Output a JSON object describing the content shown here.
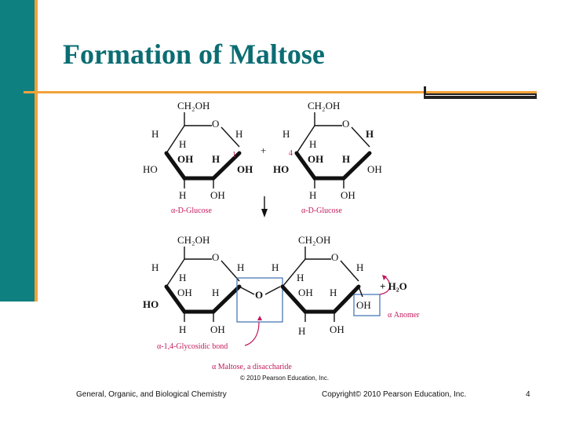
{
  "slide": {
    "title": "Formation of Maltose"
  },
  "figure": {
    "ch2oh": "CH₂OH",
    "ring_o": "O",
    "h": "H",
    "oh": "OH",
    "ho": "HO",
    "num1": "1",
    "num4": "4",
    "plus": "+",
    "glucose_label": "α-D-Glucose",
    "water": "+ H₂O",
    "anomer_label": "α Anomer",
    "glycosidic_label": "α-1,4-Glycosidic bond",
    "maltose_label": "α Maltose, a disaccharide",
    "copyright_small": "© 2010 Pearson Education, Inc."
  },
  "footer": {
    "left": "General, Organic, and Biological Chemistry",
    "center": "Copyright© 2010 Pearson Education, Inc.",
    "page": "4"
  },
  "colors": {
    "teal": "#0f8080",
    "orange": "#f2a33a",
    "title": "#0b6d73",
    "pink": "#c2185b",
    "blue": "#3b6fb0"
  }
}
